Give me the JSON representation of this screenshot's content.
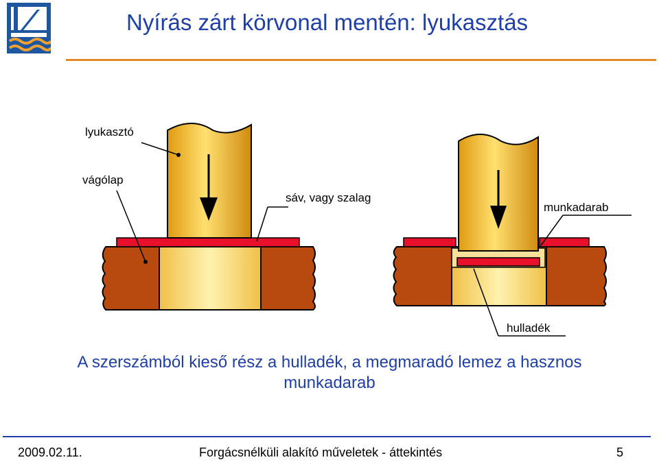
{
  "slide": {
    "title": "Nyírás zárt körvonal mentén: lyukasztás",
    "caption_line1": "A szerszámból kieső rész a hulladék, a megmaradó lemez a hasznos",
    "caption_line2": "munkadarab"
  },
  "diagram": {
    "labels": {
      "punch": "lyukasztó",
      "die": "vágólap",
      "strip": "sáv, vagy szalag",
      "workpiece": "munkadarab",
      "scrap": "hulladék"
    }
  },
  "footer": {
    "date": "2009.02.11.",
    "center": "Forgácsnélküli alakító műveletek - áttekintés",
    "page": "5"
  },
  "colors": {
    "title": "#1f3fa8",
    "accent_line": "#e08a2a",
    "die": "#b84a10",
    "sheet": "#e8102a",
    "punch": "#f2c034"
  }
}
